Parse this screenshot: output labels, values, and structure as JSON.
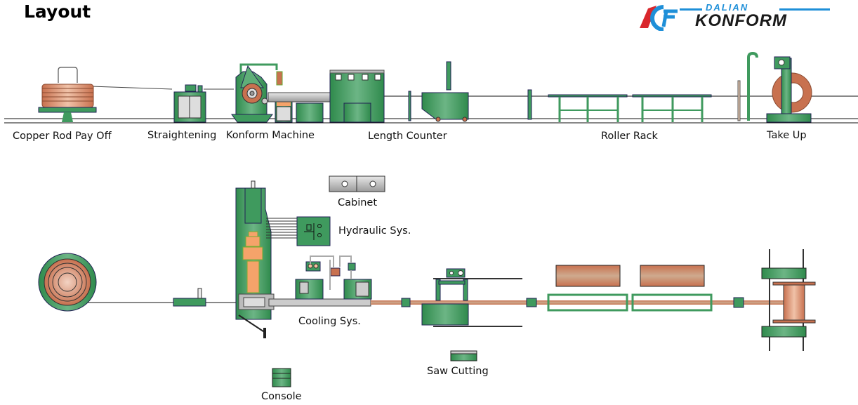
{
  "page": {
    "title": "Layout"
  },
  "logo": {
    "line1": "DALIAN",
    "line2": "KONFORM",
    "mark": "KF"
  },
  "colors": {
    "machine_green": "#3f9a5e",
    "copper": "#c8714f",
    "steel_gray": "#c9c9c9",
    "logo_blue": "#1e8fd8",
    "logo_red": "#d9262c"
  },
  "side_view": {
    "stations": [
      {
        "id": "payoff",
        "label": "Copper Rod Pay Off"
      },
      {
        "id": "straightening",
        "label": "Straightening"
      },
      {
        "id": "konform",
        "label": "Konform Machine"
      },
      {
        "id": "length-counter",
        "label": "Length Counter"
      },
      {
        "id": "roller-rack",
        "label": "Roller Rack"
      },
      {
        "id": "take-up",
        "label": "Take Up"
      }
    ]
  },
  "top_view": {
    "labels": {
      "cabinet": "Cabinet",
      "hydraulic": "Hydraulic Sys.",
      "cooling": "Cooling Sys.",
      "saw": "Saw Cutting",
      "console": "Console"
    }
  }
}
